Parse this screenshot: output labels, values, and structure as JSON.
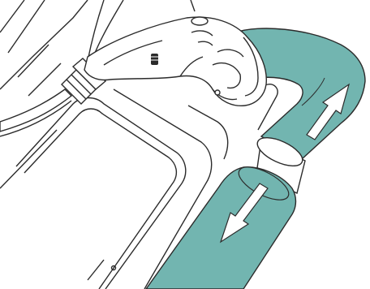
{
  "illustration": {
    "colors": {
      "teal": "#72b5b0",
      "outline": "#2b2b2b",
      "background": "#ffffff",
      "part_fill": "#ffffff"
    },
    "parts": {
      "hose": "hose",
      "grip": "handle-grip",
      "wand_bend": "bent-wand-section",
      "wand_lower": "lower-wand-section",
      "joint": "wand-connector-ring",
      "frame": "base-frame"
    },
    "arrows": [
      {
        "name": "push-arrow",
        "direction": "up-right"
      },
      {
        "name": "pull-arrow",
        "direction": "down-left"
      }
    ]
  }
}
